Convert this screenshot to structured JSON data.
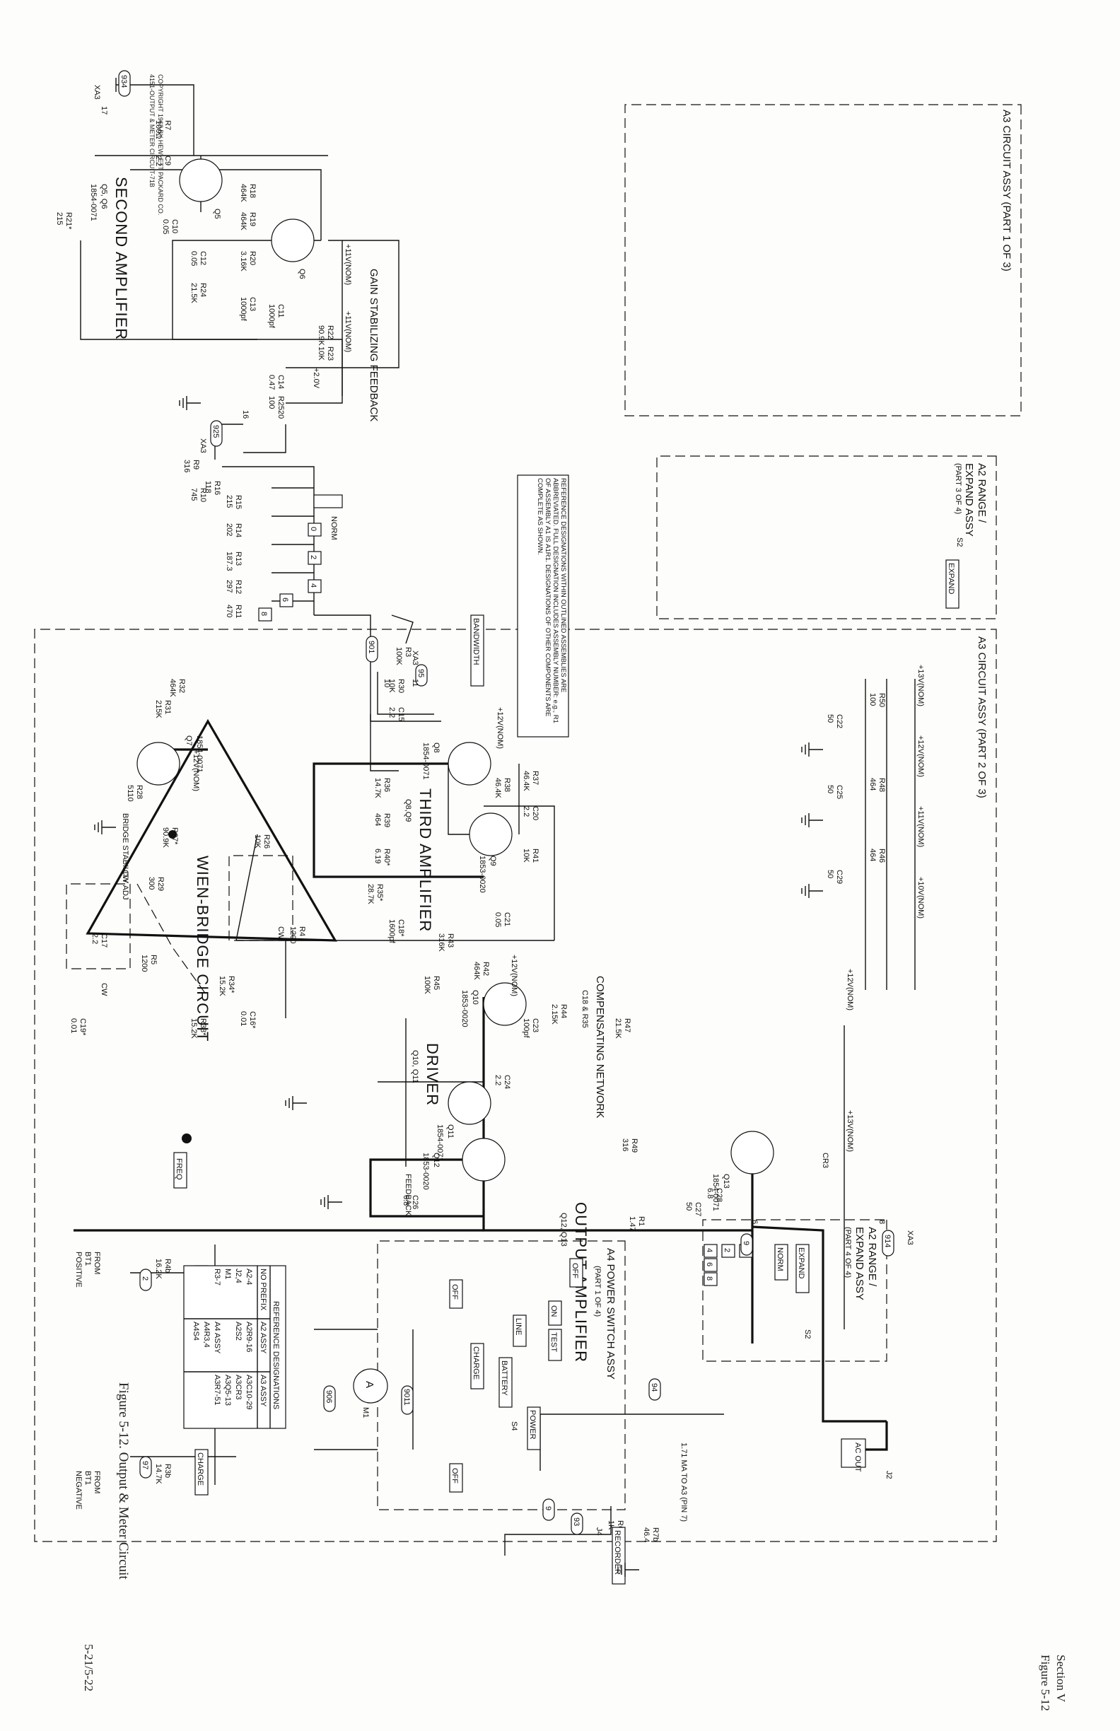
{
  "header": {
    "section": "Section V",
    "figure_ref": "Figure 5-12",
    "caption": "Figure 5-12.  Output & Meter Circuit",
    "page_number": "5-21/5-22",
    "copyright_line1": "COPYRIGHT 1968 BY HEWLETT PACKARD CO.",
    "copyright_line2": "4151-OUTPUT & METER CIRCUIT-71B"
  },
  "assemblies": {
    "a3_part1": "A3 CIRCUIT ASSY (PART 1 OF 3)",
    "a3_part2": "A3 CIRCUIT ASSY (PART 2 OF 3)",
    "a2_part3_line1": "A2 RANGE /",
    "a2_part3_line2": "EXPAND ASSY",
    "a2_part3_line3": "(PART 3 OF 4)",
    "a2_part4_line1": "A2 RANGE /",
    "a2_part4_line2": "EXPAND ASSY",
    "a2_part4_line3": "(PART 4 OF 4)",
    "a4_line1": "A4 POWER SWITCH ASSY",
    "a4_line2": "(PART 1 OF 4)"
  },
  "stages": {
    "second_amp": "SECOND AMPLIFIER",
    "second_amp_parts": "Q5, Q6",
    "second_amp_pn": "1854-0071",
    "third_amp": "THIRD AMPLIFIER",
    "third_amp_parts": "Q8,Q9",
    "driver": "DRIVER",
    "driver_parts": "Q10, Q11",
    "output_amp": "OUTPUT AMPLIFIER",
    "output_amp_parts": "Q12, Q13",
    "wien": "WIEN-BRIDGE CIRCUIT",
    "gain_fb": "GAIN STABILIZING FEEDBACK",
    "comp_net": "COMPENSATING NETWORK",
    "comp_net_parts": "C18 & R35",
    "bridge_adj": "BRIDGE STABILITY ADJ",
    "feedback": "FEEDBACK"
  },
  "rails": {
    "p11": "+11V(NOM)",
    "p13": "+13V(NOM)",
    "p12": "+12V(NOM)",
    "p10": "+10V(NOM)",
    "p2": "+2.0V"
  },
  "components": [
    {
      "ref": "R7",
      "val": "100Ω"
    },
    {
      "ref": "C9",
      "val": "2.2"
    },
    {
      "ref": "R18",
      "val": "464K"
    },
    {
      "ref": "R19",
      "val": "464K"
    },
    {
      "ref": "R20",
      "val": "3.16K"
    },
    {
      "ref": "C10",
      "val": "0.05"
    },
    {
      "ref": "C12",
      "val": "0.05"
    },
    {
      "ref": "R21*",
      "val": "215"
    },
    {
      "ref": "R24",
      "val": "21.5K"
    },
    {
      "ref": "C13",
      "val": "1000pf"
    },
    {
      "ref": "C11",
      "val": "1000pf"
    },
    {
      "ref": "R22",
      "val": "90.9K"
    },
    {
      "ref": "R23",
      "val": "10K"
    },
    {
      "ref": "C14",
      "val": "0.47"
    },
    {
      "ref": "R25",
      "val": "100"
    },
    {
      "ref": "R16",
      "val": "118"
    },
    {
      "ref": "R15",
      "val": "215"
    },
    {
      "ref": "R14",
      "val": "202"
    },
    {
      "ref": "R13",
      "val": "187.3"
    },
    {
      "ref": "R12",
      "val": "297"
    },
    {
      "ref": "R11",
      "val": "470"
    },
    {
      "ref": "R10",
      "val": "745"
    },
    {
      "ref": "R9",
      "val": "316"
    },
    {
      "ref": "R3",
      "val": "100K"
    },
    {
      "ref": "R30",
      "val": "10K"
    },
    {
      "ref": "C15",
      "val": "2.2"
    },
    {
      "ref": "R31",
      "val": "215K"
    },
    {
      "ref": "R32",
      "val": "464K"
    },
    {
      "ref": "R50",
      "val": "100"
    },
    {
      "ref": "C22",
      "val": "50"
    },
    {
      "ref": "R48",
      "val": "464"
    },
    {
      "ref": "C25",
      "val": "50"
    },
    {
      "ref": "R46",
      "val": "464"
    },
    {
      "ref": "C29",
      "val": "50"
    },
    {
      "ref": "R37",
      "val": "46.4K"
    },
    {
      "ref": "R38",
      "val": "46.4K"
    },
    {
      "ref": "R36",
      "val": "14.7K"
    },
    {
      "ref": "R39",
      "val": "464"
    },
    {
      "ref": "C20",
      "val": "2.2"
    },
    {
      "ref": "R41",
      "val": "10K"
    },
    {
      "ref": "R40*",
      "val": "6.19"
    },
    {
      "ref": "R35*",
      "val": "28.7K"
    },
    {
      "ref": "C18*",
      "val": "1600pf"
    },
    {
      "ref": "C21",
      "val": "0.05"
    },
    {
      "ref": "R43",
      "val": "316K"
    },
    {
      "ref": "R42",
      "val": "464K"
    },
    {
      "ref": "R45",
      "val": "100K"
    },
    {
      "ref": "C23",
      "val": "100pf"
    },
    {
      "ref": "R44",
      "val": "2.15K"
    },
    {
      "ref": "R47",
      "val": "21.5K"
    },
    {
      "ref": "C24",
      "val": "2.2"
    },
    {
      "ref": "R49",
      "val": "316"
    },
    {
      "ref": "C27",
      "val": "50"
    },
    {
      "ref": "C28",
      "val": "6.8"
    },
    {
      "ref": "R1",
      "val": "1.47"
    },
    {
      "ref": "C26",
      "val": "6.8"
    },
    {
      "ref": "R28",
      "val": "5110"
    },
    {
      "ref": "R27*",
      "val": "90.9K"
    },
    {
      "ref": "R29",
      "val": "300"
    },
    {
      "ref": "R26",
      "val": "10K"
    },
    {
      "ref": "C17",
      "val": "2.2"
    },
    {
      "ref": "R5",
      "val": "1200"
    },
    {
      "ref": "R4",
      "val": "1200"
    },
    {
      "ref": "R34*",
      "val": "15.2K"
    },
    {
      "ref": "R33*",
      "val": "15.2K"
    },
    {
      "ref": "C16*",
      "val": "0.01"
    },
    {
      "ref": "C19*",
      "val": "0.01"
    },
    {
      "ref": "R4b",
      "val": "16.2K"
    },
    {
      "ref": "R3b",
      "val": "14.7K"
    },
    {
      "ref": "R6",
      "val": "1K"
    },
    {
      "ref": "R7b",
      "val": "46.4"
    }
  ],
  "transistors": {
    "q5": "Q5",
    "q6": "Q6",
    "q7": "Q7",
    "q7_pn": "1854-0071",
    "q8": "Q8",
    "q8_pn": "1854-0071",
    "q9": "Q9",
    "q9_pn": "1853-0020",
    "q10": "Q10",
    "q10_pn": "1853-0020",
    "q11": "Q11",
    "q11_pn": "1854-0071",
    "q12": "Q12",
    "q12_pn": "1853-0020",
    "q13": "Q13",
    "q13_pn": "1854-0071"
  },
  "switch_labels": {
    "expand": "EXPAND",
    "norm": "NORM",
    "s2": "S2",
    "bandwidth": "BANDWIDTH",
    "freq": "FREQ",
    "r0": "0",
    "r2": "2",
    "r4": "4",
    "r6": "6",
    "r8": "8",
    "off": "OFF",
    "on": "ON",
    "test": "TEST",
    "line": "LINE",
    "battery": "BATTERY",
    "charge": "CHARGE",
    "power": "POWER",
    "s4": "S4",
    "ac_out": "AC OUT",
    "recorder": "RECORDER",
    "j2": "J2",
    "j4": "J4",
    "m1": "M1",
    "cr3": "CR3",
    "cw": "CW",
    "xa3": "XA3"
  },
  "nodes": {
    "n934": "934",
    "n925": "925",
    "n901": "901",
    "n95": "95",
    "n914": "914",
    "n94": "94",
    "n93": "93",
    "n97": "97",
    "n9": "9",
    "n2": "2",
    "n906": "906",
    "n9011": "9011",
    "p17": "17",
    "p20": "20",
    "p16": "16",
    "p11": "11",
    "p10": "10",
    "p8": "8",
    "p6": "6",
    "p7": "7"
  },
  "notes": {
    "ref_note": "REFERENCE DESIGNATIONS WITHIN OUTLINED ASSEMBLIES ARE ABBREVIATED. FULL DESIGNATION INCLUDES ASSEMBLY NUMBER: e.g., R1 OF ASSEMBLY A1 IS A1R1. DESIGNATIONS OF OTHER COMPONENTS ARE COMPLETE AS SHOWN.",
    "from_pos_1": "FROM",
    "from_pos_2": "BT1",
    "from_pos_3": "POSITIVE",
    "from_neg_1": "FROM",
    "from_neg_2": "BT1",
    "from_neg_3": "NEGATIVE",
    "to_a3": "1.71 MA TO A3 (PIN 7)"
  },
  "ref_table": {
    "title": "REFERENCE DESIGNATIONS",
    "headers": [
      "NO PREFIX",
      "A2 ASSY",
      "A3 ASSY"
    ],
    "rows": [
      [
        "A2-4",
        "A2R9-16",
        "A3C10-29"
      ],
      [
        "J2,4",
        "A2S2",
        "A3CR3"
      ],
      [
        "M1",
        "",
        "A3Q5-13"
      ],
      [
        "R3-7",
        "A4 ASSY",
        "A3R7-51"
      ],
      [
        "",
        "A4R3,4",
        ""
      ],
      [
        "",
        "A4S4",
        ""
      ]
    ]
  }
}
